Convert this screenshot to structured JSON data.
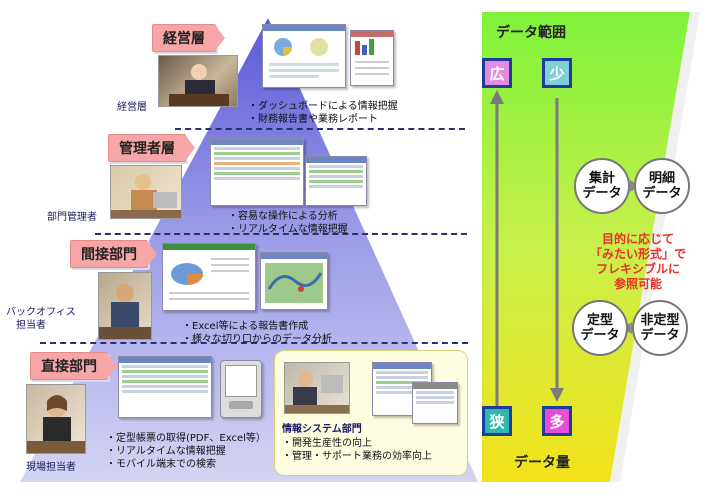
{
  "tiers": [
    {
      "label": "経営層",
      "person": "経営層",
      "bullets": [
        "・ダッシュボードによる情報把握",
        "・財務報告書や業務レポート"
      ]
    },
    {
      "label": "管理者層",
      "person": "部門管理者",
      "bullets": [
        "・容易な操作による分析",
        "・リアルタイムな情報把握"
      ]
    },
    {
      "label": "間接部門",
      "person_lines": [
        "バックオフィス",
        "担当者"
      ],
      "bullets": [
        "・Excel等による報告書作成",
        "・様々な切り口からのデータ分析"
      ]
    },
    {
      "label": "直接部門",
      "person": "現場担当者",
      "bullets": [
        "・定型帳票の取得(PDF、Excel等）",
        "・リアルタイムな情報把握",
        "・モバイル端末での検索"
      ]
    }
  ],
  "it_dept": {
    "label": "情報システム部門",
    "bullets": [
      "・開発生産性の向上",
      "・管理・サポート業務の効率向上"
    ]
  },
  "right_panel": {
    "range_label": "データ範囲",
    "volume_label": "データ量",
    "wide": "広",
    "narrow_top": "少",
    "narrow_bottom": "狭",
    "many": "多",
    "summary": "集計\nデータ",
    "detail": "明細\nデータ",
    "message_lines": [
      "目的に応じて",
      "「みたい形式」で",
      "フレキシブルに",
      "参照可能"
    ],
    "fixed": "定型\nデータ",
    "nonfixed": "非定型\nデータ"
  },
  "colors": {
    "accent_red": "#e8302a",
    "tier_label": "#f6a6a6",
    "square_border": "#1c3d9a",
    "wide_fill": "#e48ae0",
    "narrow_fill": "#7fd0d8",
    "many_fill": "#e64fd5"
  }
}
